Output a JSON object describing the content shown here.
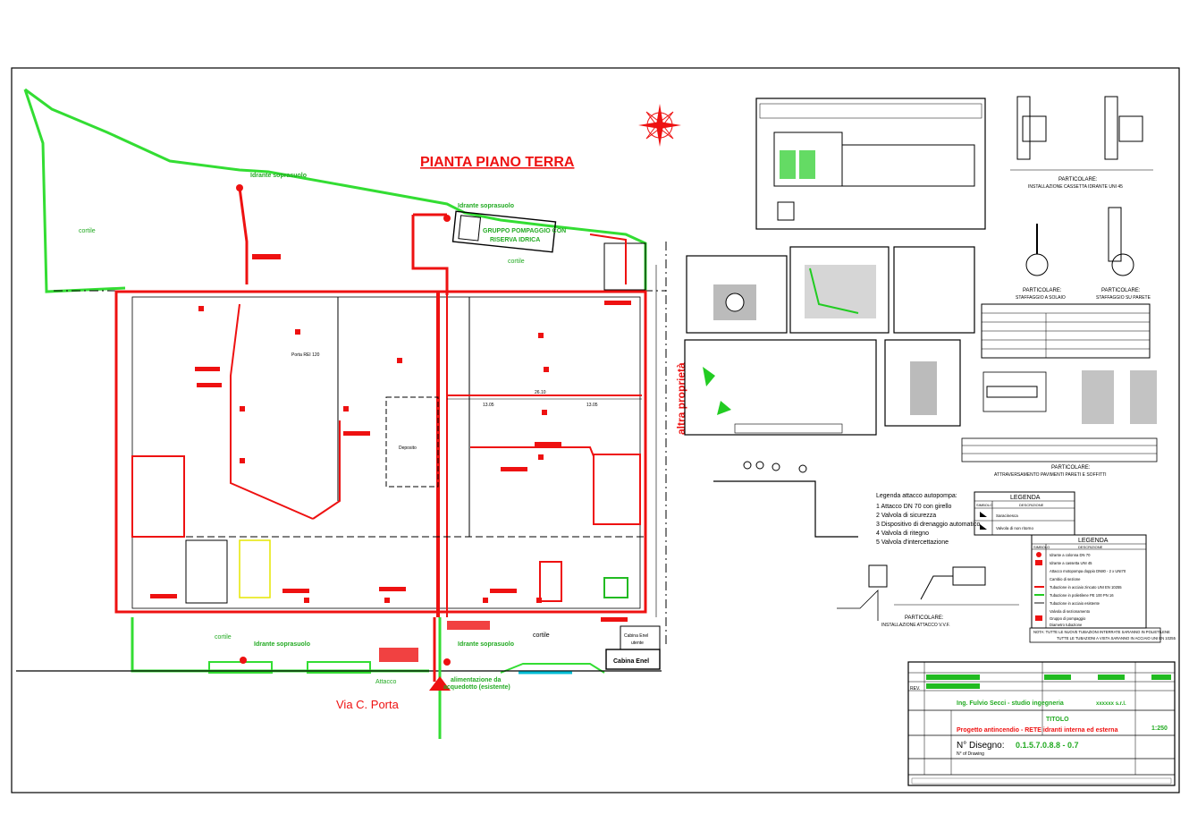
{
  "title": "PIANTA PIANO TERRA",
  "street": "Via C. Porta",
  "property_label": "altra proprietà",
  "labels": {
    "hydrant_top": "Idrante soprasuolo",
    "hydrant_mid": "Idrante soprasuolo",
    "hydrant_bottom_left": "Idrante soprasuolo",
    "hydrant_bottom_right": "Idrante soprasuolo",
    "pump_line1": "GRUPPO POMPAGGIO CON",
    "pump_line2": "RISERVA IDRICA",
    "cortile_top": "cortile",
    "cortile_mid": "cortile",
    "cortile_bottom_left": "cortile",
    "cortile_bottom_right": "cortile",
    "attacco": "Attacco",
    "alim_line1": "alimentazione da",
    "alim_line2": "acquedotto (esistente)",
    "cabina_line1": "Cabina Enel",
    "cabina_line2": "utente",
    "cabina2": "Cabina Enel",
    "porta_rei": "Porta REI 120",
    "deposito": "Deposito",
    "dim_1": "26.10",
    "dim_2": "13.05",
    "dim_3": "13.05"
  },
  "details": {
    "uni45": "INSTALLAZIONE CASSETTA IDRANTE UNI 45",
    "particolare": "PARTICOLARE:",
    "staffaggio_solaio": "STAFFAGGIO A SOLAIO",
    "staffaggio_parete": "STAFFAGGIO SU PARETE",
    "attraversamento": "ATTRAVERSAMENTO PAVIMENTI PARETI E SOFFITTI",
    "attacco_vvf": "INSTALLAZIONE ATTACCO V.V.F."
  },
  "legend_attacco": {
    "title": "Legenda attacco autopompa:",
    "items": [
      "1  Attacco DN 70 con girello",
      "2  Valvola di sicurezza",
      "3  Dispositivo di drenaggio automatico",
      "4  Valvola di ritegno",
      "5  Valvola d'intercettazione"
    ]
  },
  "legend_small": {
    "title": "LEGENDA",
    "col1": "SIMBOLO",
    "col2": "DESCRIZIONE",
    "rows": [
      "Saracinesca",
      "Valvola di non ritorno"
    ]
  },
  "legend_big": {
    "title": "LEGENDA",
    "col1": "SIMBOLO",
    "col2": "DESCRIZIONE",
    "rows": [
      "Idrante a colonna DN 70",
      "Idrante a cassetta UNI 45",
      "Attacco motopompa doppio DN80 - 2 x UNI70",
      "Cambio di sezione",
      "Tubazione in acciaio zincato UNI EN 10255",
      "Tubazione in polietilene PE 100 PN 16",
      "Tubazione in acciaio esistente",
      "Valvola di sezionamento",
      "Gruppo di pompaggio",
      "Diametro tubazione"
    ],
    "note1": "NOTA: TUTTE LE NUOVE TUBAZIONI INTERRATE SARANNO IN POLIETILENE",
    "note2": "TUTTE LE TUBAZIONI A VISTA SARANNO IN ACCIAIO UNI EN 10255"
  },
  "title_block": {
    "studio": "Ing. Fulvio Secci - studio ingegneria",
    "titolo": "TITOLO",
    "project": "Progetto antincendio - RETE idranti interna ed esterna",
    "disegno_label": "N° Disegno:",
    "disegno_sub": "N° of Drawing",
    "disegno_num": "0.1.5.7.0.8.8 - 0.7",
    "scala": "1:250",
    "client": "xxxxxx s.r.l.",
    "rev_label": "REV."
  }
}
